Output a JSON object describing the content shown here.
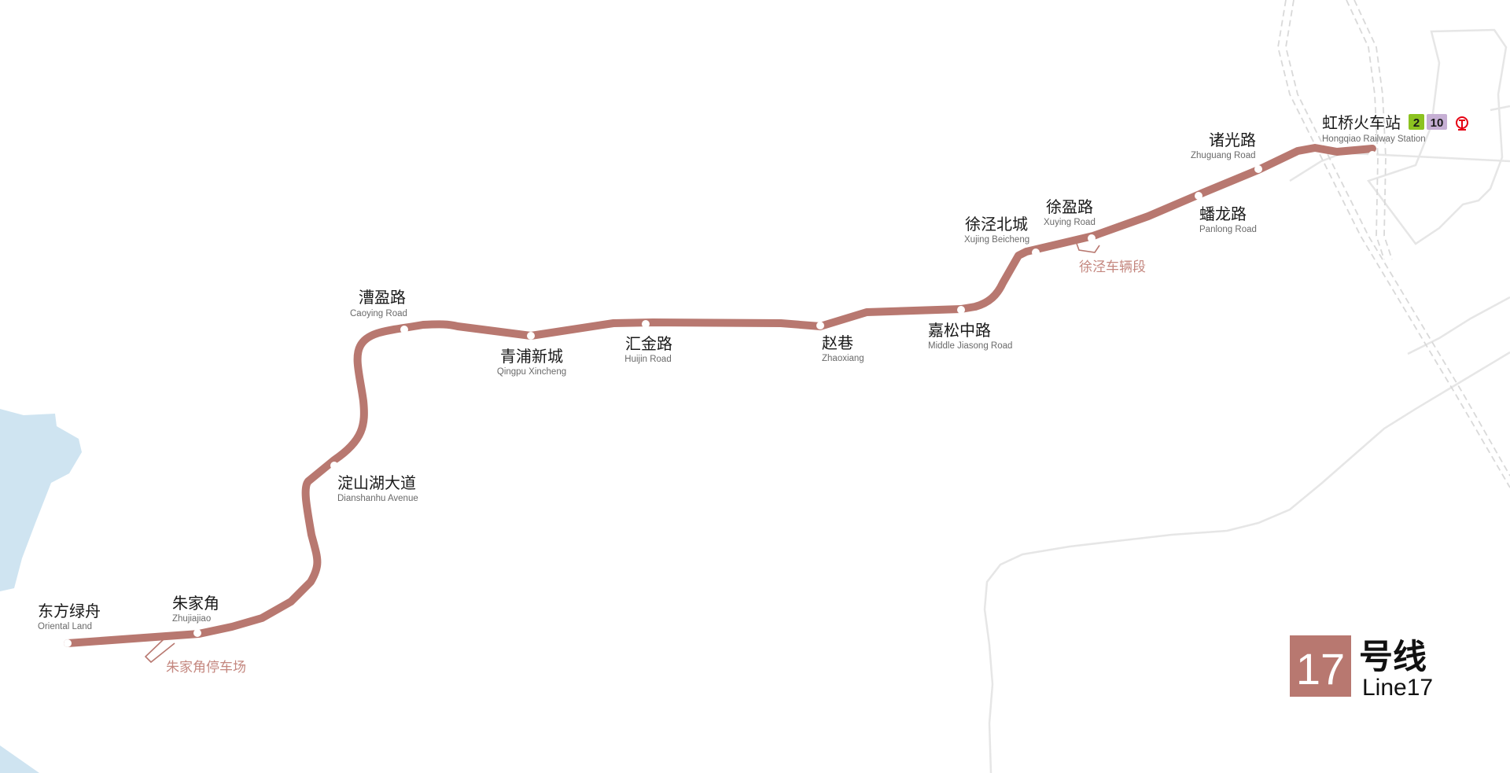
{
  "line": {
    "number": "17",
    "name_zh": "号线",
    "name_en": "Line17",
    "color": "#b87870"
  },
  "stations": [
    {
      "id": "oriental-land",
      "zh": "东方绿舟",
      "en": "Oriental Land",
      "terminal": true
    },
    {
      "id": "zhujiajiao",
      "zh": "朱家角",
      "en": "Zhujiajiao"
    },
    {
      "id": "dianshanhu-avenue",
      "zh": "淀山湖大道",
      "en": "Dianshanhu Avenue"
    },
    {
      "id": "caoying-road",
      "zh": "漕盈路",
      "en": "Caoying Road"
    },
    {
      "id": "qingpu-xincheng",
      "zh": "青浦新城",
      "en": "Qingpu Xincheng"
    },
    {
      "id": "huijin-road",
      "zh": "汇金路",
      "en": "Huijin Road"
    },
    {
      "id": "zhaoxiang",
      "zh": "赵巷",
      "en": "Zhaoxiang"
    },
    {
      "id": "middle-jiasong-road",
      "zh": "嘉松中路",
      "en": "Middle Jiasong Road"
    },
    {
      "id": "xujing-beicheng",
      "zh": "徐泾北城",
      "en": "Xujing Beicheng"
    },
    {
      "id": "xuying-road",
      "zh": "徐盈路",
      "en": "Xuying Road"
    },
    {
      "id": "panlong-road",
      "zh": "蟠龙路",
      "en": "Panlong Road"
    },
    {
      "id": "zhuguang-road",
      "zh": "诸光路",
      "en": "Zhuguang Road"
    },
    {
      "id": "hongqiao-railway-station",
      "zh": "虹桥火车站",
      "en": "Hongqiao Railway Station",
      "terminal": true
    }
  ],
  "depots": [
    {
      "id": "zhujiajiao-depot",
      "label": "朱家角停车场"
    },
    {
      "id": "xujing-depot",
      "label": "徐泾车辆段"
    }
  ],
  "transfers": [
    {
      "line": "2",
      "color": "#8cc220"
    },
    {
      "line": "10",
      "color": "#c6afd4"
    }
  ],
  "rail_icon": {
    "name": "railway-station-icon",
    "color": "#e60012"
  },
  "colors": {
    "water": "#cfe4f1",
    "road": "#e6e6e6",
    "rail": "#d9d9d9",
    "station_fill": "#ffffff",
    "depot_text": "#c4877f"
  }
}
